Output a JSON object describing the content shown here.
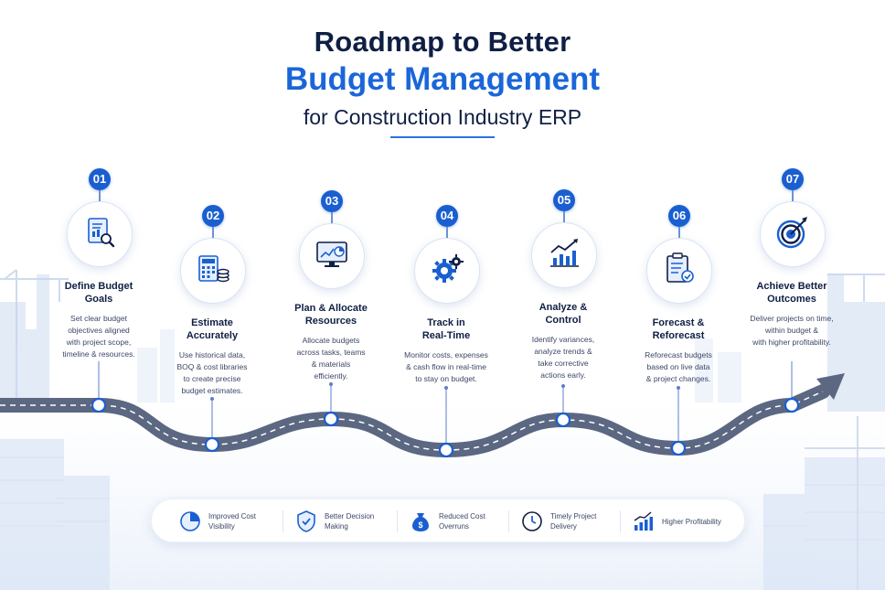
{
  "title": {
    "line1": "Roadmap to Better",
    "line2": "Budget Management",
    "line3": "for Construction Industry ERP"
  },
  "colors": {
    "accent": "#1a66d9",
    "navy": "#0f1f44",
    "road": "#5c6781",
    "badge": "#1a5fd0"
  },
  "steps": [
    {
      "number": "01",
      "icon": "budget-document-search-icon",
      "title": "Define Budget\nGoals",
      "description": "Set clear budget\nobjectives aligned\nwith project scope,\ntimeline & resources."
    },
    {
      "number": "02",
      "icon": "calculator-coins-icon",
      "title": "Estimate\nAccurately",
      "description": "Use historical data,\nBOQ & cost libraries\nto create precise\nbudget estimates."
    },
    {
      "number": "03",
      "icon": "monitor-chart-icon",
      "title": "Plan & Allocate\nResources",
      "description": "Allocate budgets\nacross tasks, teams\n& materials\nefficiently."
    },
    {
      "number": "04",
      "icon": "gears-icon",
      "title": "Track in\nReal-Time",
      "description": "Monitor costs, expenses\n& cash flow in real-time\nto stay on budget."
    },
    {
      "number": "05",
      "icon": "trend-chart-icon",
      "title": "Analyze &\nControl",
      "description": "Identify variances,\nanalyze trends &\ntake corrective\nactions early."
    },
    {
      "number": "06",
      "icon": "clipboard-check-icon",
      "title": "Forecast &\nReforecast",
      "description": "Reforecast budgets\nbased on live data\n& project changes."
    },
    {
      "number": "07",
      "icon": "target-icon",
      "title": "Achieve Better\nOutcomes",
      "description": "Deliver projects on time,\nwithin budget &\nwith higher profitability."
    }
  ],
  "benefits": [
    {
      "icon": "pie-chart-icon",
      "label": "Improved Cost\nVisibility"
    },
    {
      "icon": "shield-check-icon",
      "label": "Better Decision\nMaking"
    },
    {
      "icon": "money-bag-icon",
      "label": "Reduced Cost\nOverruns"
    },
    {
      "icon": "clock-icon",
      "label": "Timely Project\nDelivery"
    },
    {
      "icon": "growth-bars-icon",
      "label": "Higher Profitability"
    }
  ]
}
